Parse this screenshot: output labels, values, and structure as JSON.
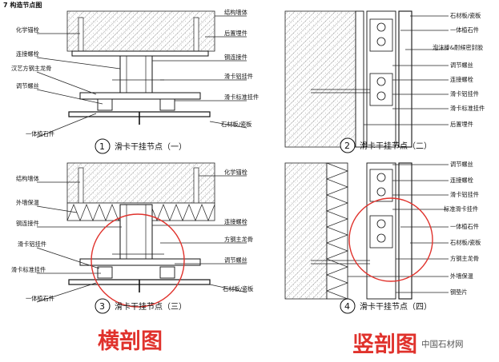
{
  "heading": "7 构造节点图",
  "panels": [
    {
      "number": "1",
      "caption": "滑卡干挂节点（一）",
      "labels": {
        "left": [
          "化学锚栓",
          "连接螺栓",
          "汉艺方钢主龙骨",
          "调节螺丝",
          "一体植石件"
        ],
        "right": [
          "结构墙体",
          "后置埋件",
          "钢连接件",
          "滑卡铝挂件",
          "滑卡标准挂件",
          "石材板/瓷板"
        ]
      }
    },
    {
      "number": "2",
      "caption": "滑卡干挂节点（二）",
      "labels": {
        "right": [
          "石材板/瓷板",
          "一体植石件",
          "泡沫棒&耐候密封胶",
          "调节螺丝",
          "连接螺栓",
          "滑卡铝挂件",
          "滑卡标准挂件",
          "后置埋件"
        ]
      }
    },
    {
      "number": "3",
      "caption": "滑卡干挂节点（三）",
      "labels": {
        "left": [
          "结构墙体",
          "外墙保温",
          "钢连接件",
          "滑卡铝挂件",
          "滑卡标准挂件",
          "一体植石件"
        ],
        "right": [
          "化学锚栓",
          "连接螺栓",
          "方钢主龙骨",
          "调节螺丝",
          "石材板/瓷板"
        ]
      }
    },
    {
      "number": "4",
      "caption": "滑卡干挂节点（四）",
      "labels": {
        "right": [
          "调节螺丝",
          "连接螺栓",
          "滑卡铝挂件",
          "标准滑卡挂件",
          "一体植石件",
          "石材板/瓷板",
          "方钢主龙骨",
          "外墙保温",
          "钢垫片"
        ]
      }
    }
  ],
  "section_titles": {
    "horizontal": "横剖图",
    "vertical": "竖剖图"
  },
  "watermark": "中国石材网",
  "colors": {
    "highlight": "#e0322c",
    "line": "#222222"
  }
}
